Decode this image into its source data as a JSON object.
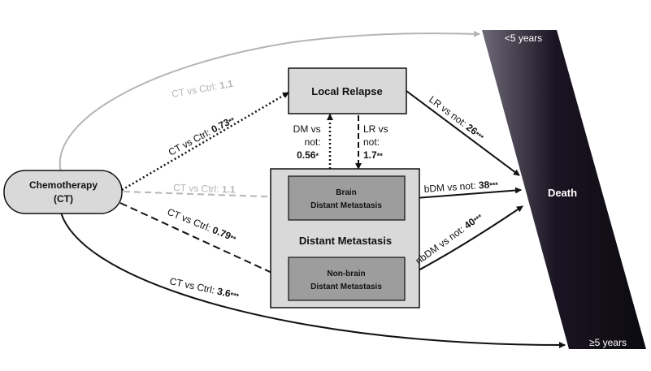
{
  "nodes": {
    "chemo": {
      "line1": "Chemotherapy",
      "line2": "(CT)"
    },
    "local_relapse": {
      "label": "Local Relapse"
    },
    "distant_metastasis": {
      "label": "Distant Metastasis"
    },
    "brain_dm": {
      "line1": "Brain",
      "line2": "Distant Metastasis"
    },
    "nonbrain_dm": {
      "line1": "Non-brain",
      "line2": "Distant Metastasis"
    },
    "death": {
      "label": "Death",
      "top_label": "<5 years",
      "bottom_label": "≥5 years"
    }
  },
  "edges": {
    "ct_to_early_death": {
      "text": "CT vs Ctrl: ",
      "value": "1.1",
      "sig": ""
    },
    "ct_to_lr": {
      "text": "CT vs Ctrl: ",
      "value": "0.73",
      "sig": "**"
    },
    "ct_to_brain": {
      "text": "CT vs Ctrl: ",
      "value": "1.1",
      "sig": ""
    },
    "ct_to_nonbrain": {
      "text": "CT vs Ctrl: ",
      "value": "0.79",
      "sig": "**"
    },
    "ct_to_late_death": {
      "text": "CT vs Ctrl: ",
      "value": "3.6",
      "sig": "***"
    },
    "dm_to_lr": {
      "line1": "DM vs",
      "line2": "not:",
      "value": "0.56",
      "sig": "*"
    },
    "lr_to_dm": {
      "line1": "LR vs",
      "line2": "not:",
      "value": "1.7",
      "sig": "**"
    },
    "lr_to_death": {
      "text": "LR vs not: ",
      "value": "26",
      "sig": "***"
    },
    "bdm_to_death": {
      "text": "bDM vs not: ",
      "value": "38",
      "sig": "***"
    },
    "nbdm_to_death": {
      "text": "nbDM vs not: ",
      "value": "40",
      "sig": "***"
    }
  },
  "colors": {
    "gray_arrow": "#b5b5b5",
    "black": "#111111",
    "box_fill": "#d9d9d9",
    "inner_box_fill": "#9d9d9d",
    "death_dark": "#1a1422",
    "death_light": "#6f6a78"
  }
}
